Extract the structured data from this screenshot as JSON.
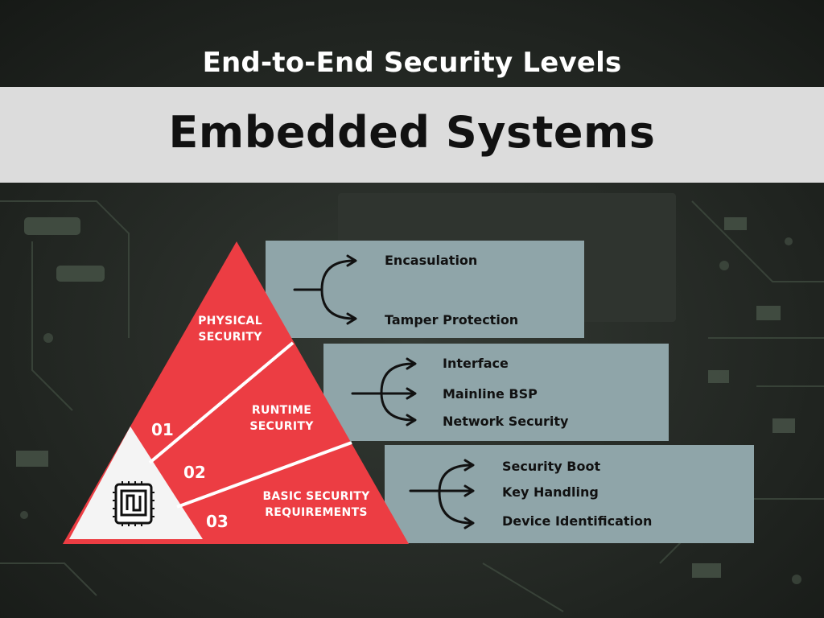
{
  "header": {
    "subtitle": "End-to-End Security Levels",
    "title": "Embedded Systems"
  },
  "colors": {
    "pyramid": "#ec3d43",
    "panel": "#8fa5a9",
    "apex": "#f4f4f4"
  },
  "levels": [
    {
      "number": "01",
      "label_line1": "PHYSICAL",
      "label_line2": "SECURITY",
      "items": [
        "Encasulation",
        "Tamper Protection"
      ]
    },
    {
      "number": "02",
      "label_line1": "RUNTIME",
      "label_line2": "SECURITY",
      "items": [
        "Interface",
        "Mainline BSP",
        "Network Security"
      ]
    },
    {
      "number": "03",
      "label_line1": "BASIC SECURITY",
      "label_line2": "REQUIREMENTS",
      "items": [
        "Security Boot",
        "Key Handling",
        "Device Identification"
      ]
    }
  ],
  "icons": {
    "chip": "chip-icon",
    "arrow": "branch-arrow-icon"
  }
}
